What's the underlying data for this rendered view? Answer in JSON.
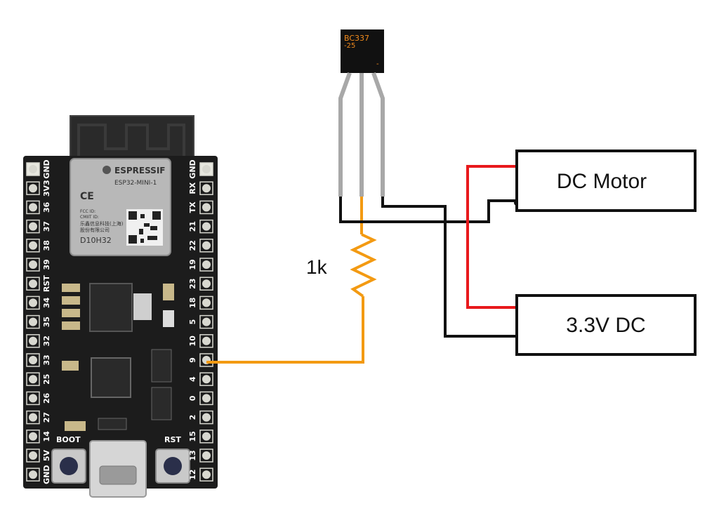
{
  "colors": {
    "background": "#ffffff",
    "board": "#1c1c1c",
    "wire_black": "#111111",
    "wire_red": "#e8191c",
    "wire_orange": "#f39a12",
    "transistor_marking": "#f08a1c",
    "chip_silver": "#b8b8b8",
    "pin_gold": "#d8d8d0"
  },
  "board": {
    "brand": "ESPRESSIF",
    "module_name": "ESP32-MINI-1",
    "ce_mark": "CE",
    "fcc_id": "FCC ID:",
    "cmiit_id": "CMIIT ID:",
    "company_cn_1": "乐鑫信息科技(上海)",
    "company_cn_2": "股份有限公司",
    "module_code": "D10H32",
    "left_pins": [
      "GND",
      "3V3",
      "36",
      "37",
      "38",
      "39",
      "RST",
      "34",
      "35",
      "32",
      "33",
      "25",
      "26",
      "27",
      "14",
      "5V",
      "GND"
    ],
    "right_pins": [
      "GND",
      "RX",
      "TX",
      "21",
      "22",
      "19",
      "23",
      "18",
      "5",
      "10",
      "9",
      "4",
      "0",
      "2",
      "15",
      "13",
      "12"
    ],
    "boot_label": "BOOT",
    "rst_label": "RST"
  },
  "transistor": {
    "marking_line1": "BC337",
    "marking_line2": "-25",
    "minus_mark": "-"
  },
  "resistor": {
    "label": "1k"
  },
  "motor": {
    "label": "DC Motor"
  },
  "supply": {
    "label": "3.3V DC"
  }
}
